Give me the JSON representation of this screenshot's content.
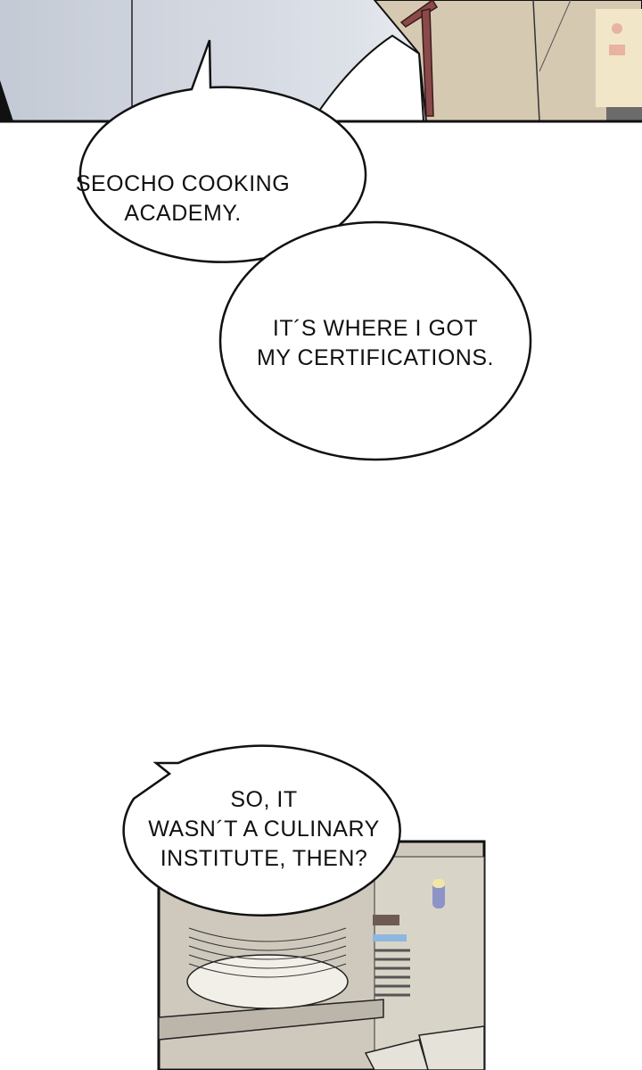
{
  "bubbles": [
    {
      "lines": [
        "SEOCHO COOKING",
        "ACADEMY."
      ]
    },
    {
      "lines": [
        "IT´S WHERE I GOT",
        "MY CERTIFICATIONS."
      ]
    },
    {
      "lines": [
        "SO, IT",
        "WASN´T A CULINARY",
        "INSTITUTE, THEN?"
      ]
    }
  ],
  "colors": {
    "panel_border": "#111111",
    "coat": "#d6c9b2",
    "shirt": "#c9cfd9",
    "ribbon": "#8a4a4a",
    "kitchen": "#cfc9bd"
  }
}
